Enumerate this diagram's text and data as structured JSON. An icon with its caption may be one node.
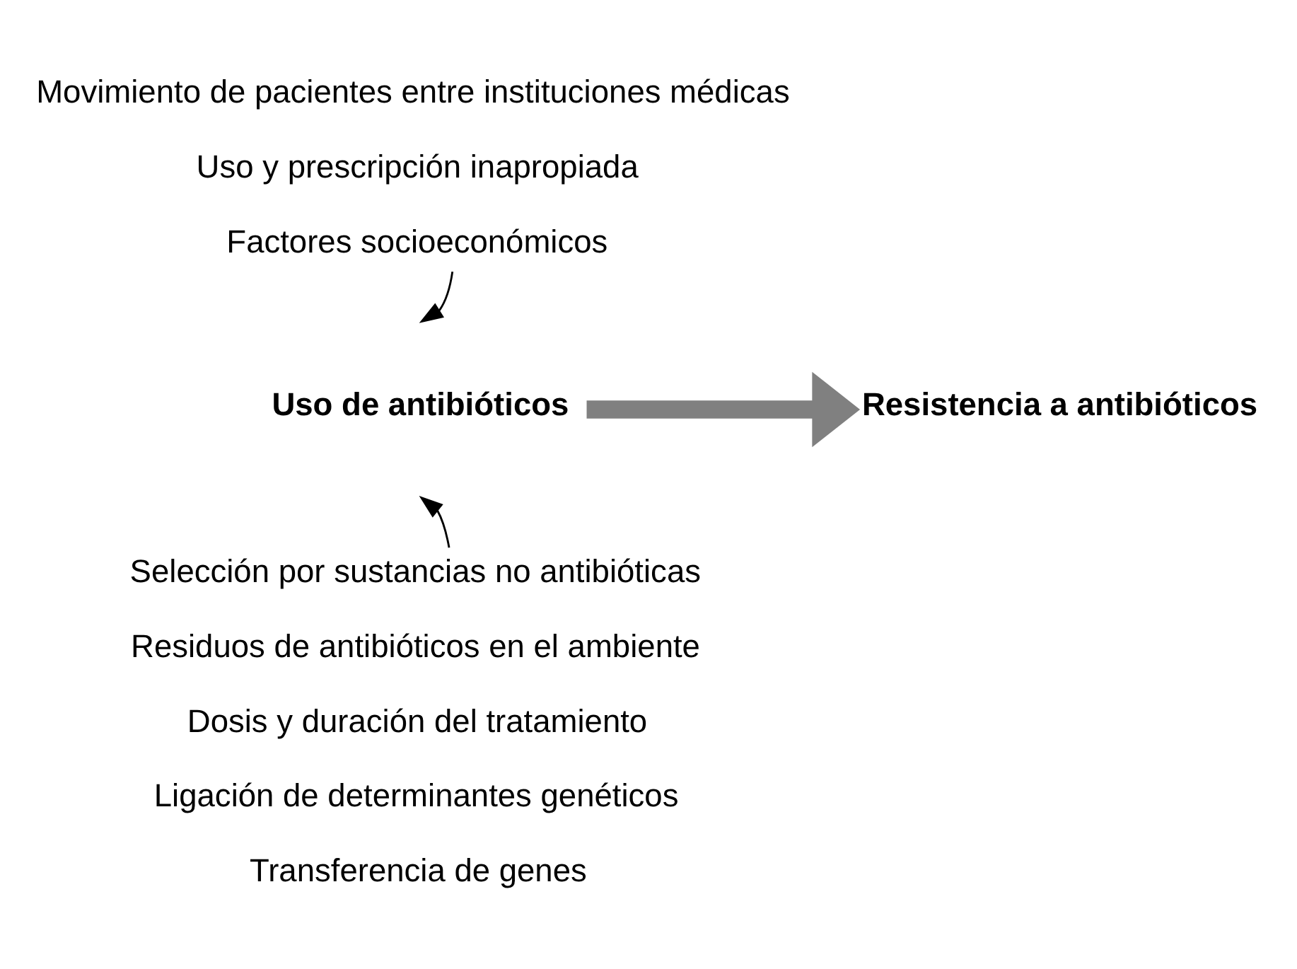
{
  "diagram": {
    "nodes": [
      {
        "text": [
          "Uso de antibióticos"
        ]
      },
      {
        "text": [
          "Resistencia a antibióticos"
        ]
      },
      {
        "text": [
          "Movimiento de pacientes entre instituciones médicas",
          "Uso y prescripción inapropiada",
          "Factores socioeconómicos"
        ]
      },
      {
        "text": [
          "Selección por sustancias no antibióticas",
          "Residuos de antibióticos en el ambiente",
          "Dosis y duración del tratamiento",
          "Ligación de determinantes genéticos",
          "Transferencia de genes"
        ]
      }
    ],
    "edges": [
      {
        "from": 0,
        "to": 1,
        "arrow": "to",
        "style": "thick",
        "color": "#808080"
      },
      {
        "from": 2,
        "to": null,
        "arrow": "to"
      },
      {
        "from": 3,
        "to": null,
        "arrow": "to"
      }
    ]
  }
}
